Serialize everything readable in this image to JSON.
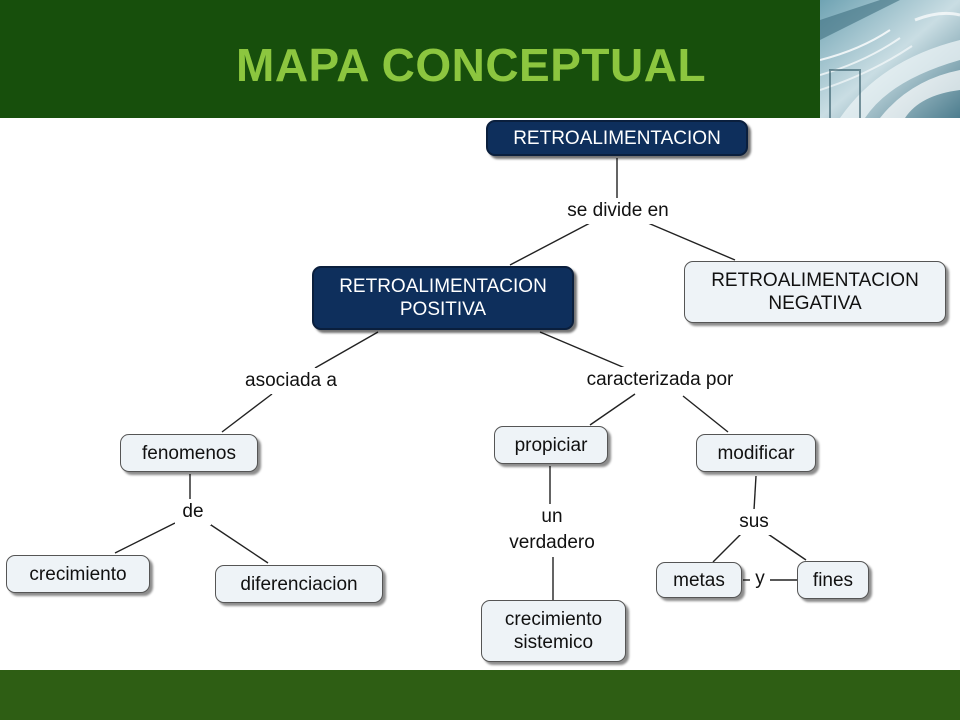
{
  "header": {
    "title": "MAPA CONCEPTUAL"
  },
  "concepts": {
    "root": "RETROALIMENTACION",
    "positiva": "RETROALIMENTACION\nPOSITIVA",
    "negativa": "RETROALIMENTACION\nNEGATIVA",
    "fenomenos": "fenomenos",
    "crecimiento": "crecimiento",
    "diferenciacion": "diferenciacion",
    "propiciar": "propiciar",
    "crecimiento_sistemico": "crecimiento\nsistemico",
    "modificar": "modificar",
    "metas": "metas",
    "fines": "fines"
  },
  "links": {
    "se_divide_en": "se divide en",
    "asociada_a": "asociada a",
    "caracterizada_por": "caracterizada por",
    "de": "de",
    "un_verdadero": "un\nverdadero",
    "sus": "sus",
    "y": "y"
  },
  "colors": {
    "header_bg": "#174f0c",
    "title": "#8cc63f",
    "footer_bg": "#2e5e14",
    "dark_node": "#0e2f5c",
    "light_node": "#eef3f7"
  }
}
